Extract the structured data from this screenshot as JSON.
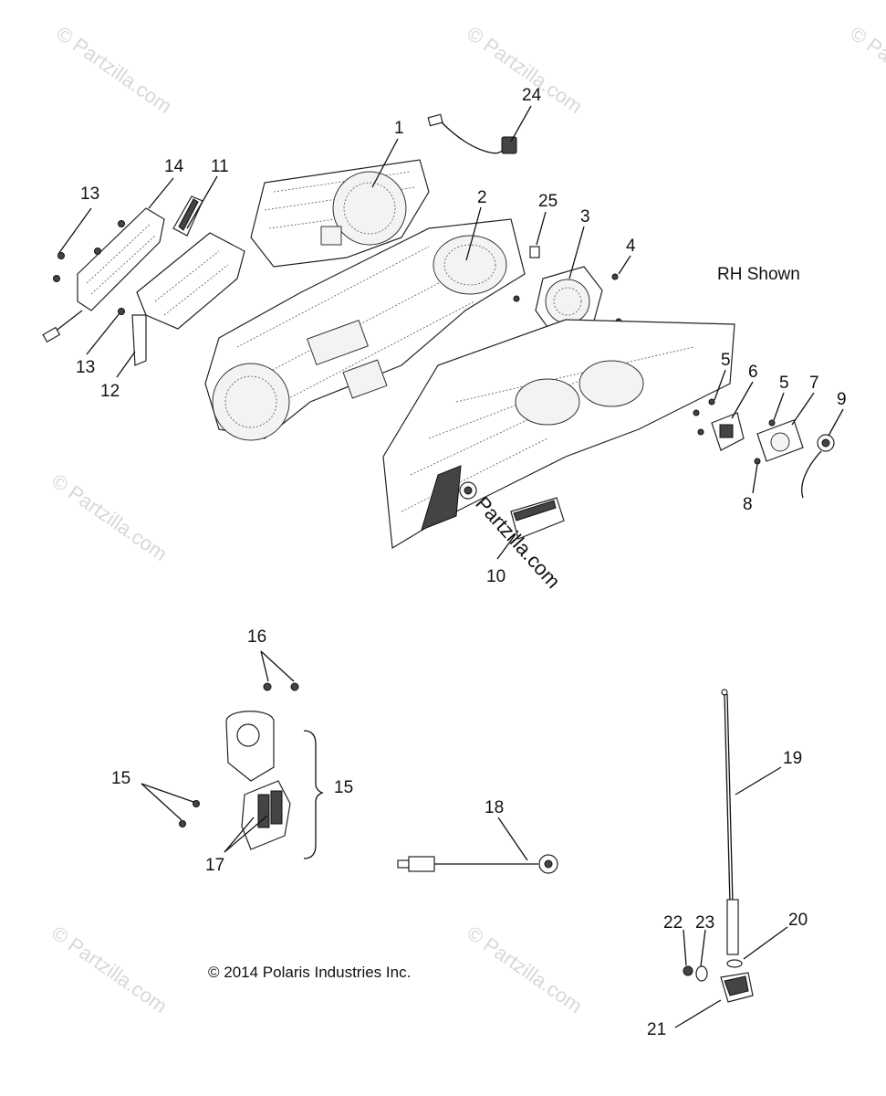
{
  "diagram": {
    "view_note": "RH Shown",
    "copyright": "© 2014 Polaris Industries Inc.",
    "center_watermark": "Partzilla.com",
    "watermarks": [
      "© Partzilla.com",
      "© Partzilla.com",
      "© Partzilla.com",
      "© Partzilla.com",
      "© Partzilla.com",
      "© Partzilla.com"
    ],
    "callouts": [
      "1",
      "2",
      "3",
      "4",
      "5",
      "5",
      "6",
      "7",
      "8",
      "9",
      "10",
      "11",
      "12",
      "13",
      "13",
      "14",
      "15",
      "15",
      "16",
      "17",
      "18",
      "19",
      "20",
      "21",
      "22",
      "23",
      "24",
      "25"
    ]
  }
}
